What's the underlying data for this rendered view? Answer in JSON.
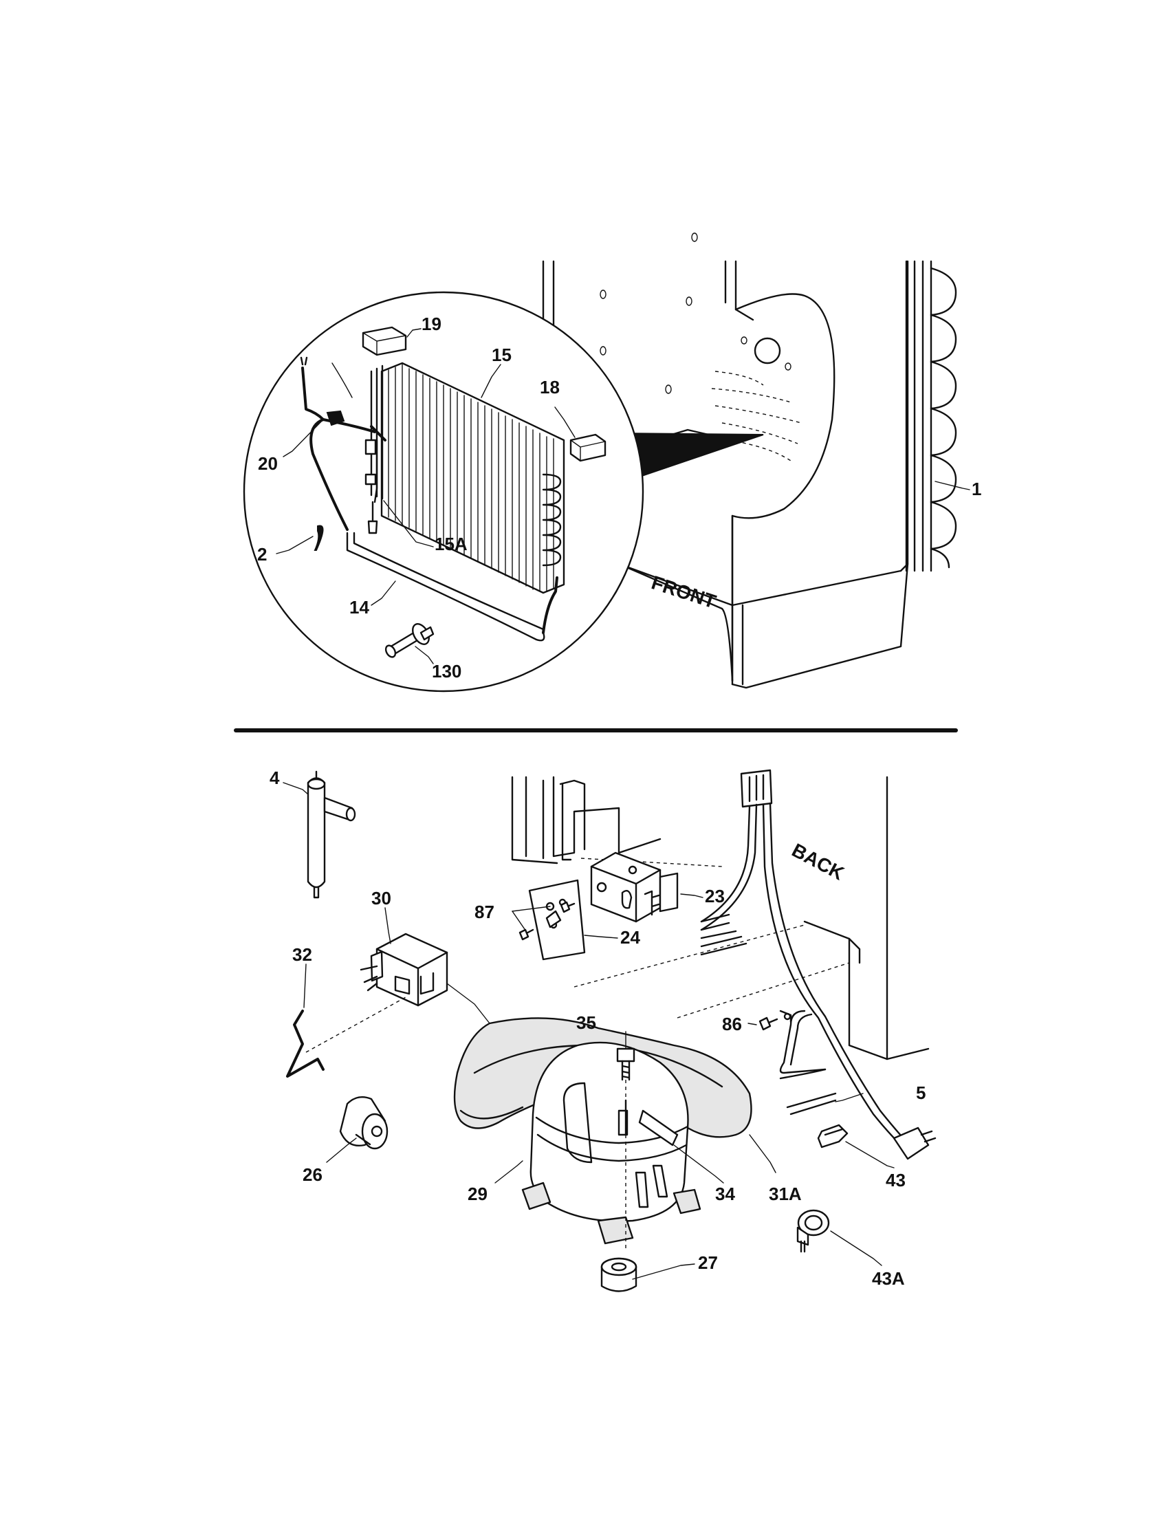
{
  "orientation_labels": {
    "front": "FRONT",
    "back": "BACK"
  },
  "callouts": {
    "c1": "1",
    "c2": "2",
    "c4": "4",
    "c5": "5",
    "c14": "14",
    "c15": "15",
    "c15a": "15A",
    "c18": "18",
    "c19": "19",
    "c20": "20",
    "c23": "23",
    "c24": "24",
    "c26": "26",
    "c27": "27",
    "c29": "29",
    "c30": "30",
    "c31a": "31A",
    "c32": "32",
    "c34": "34",
    "c35": "35",
    "c43": "43",
    "c43a": "43A",
    "c86": "86",
    "c87": "87",
    "c130": "130"
  },
  "colors": {
    "line": "#111111",
    "background": "#ffffff",
    "shade": "#e6e6e6"
  }
}
